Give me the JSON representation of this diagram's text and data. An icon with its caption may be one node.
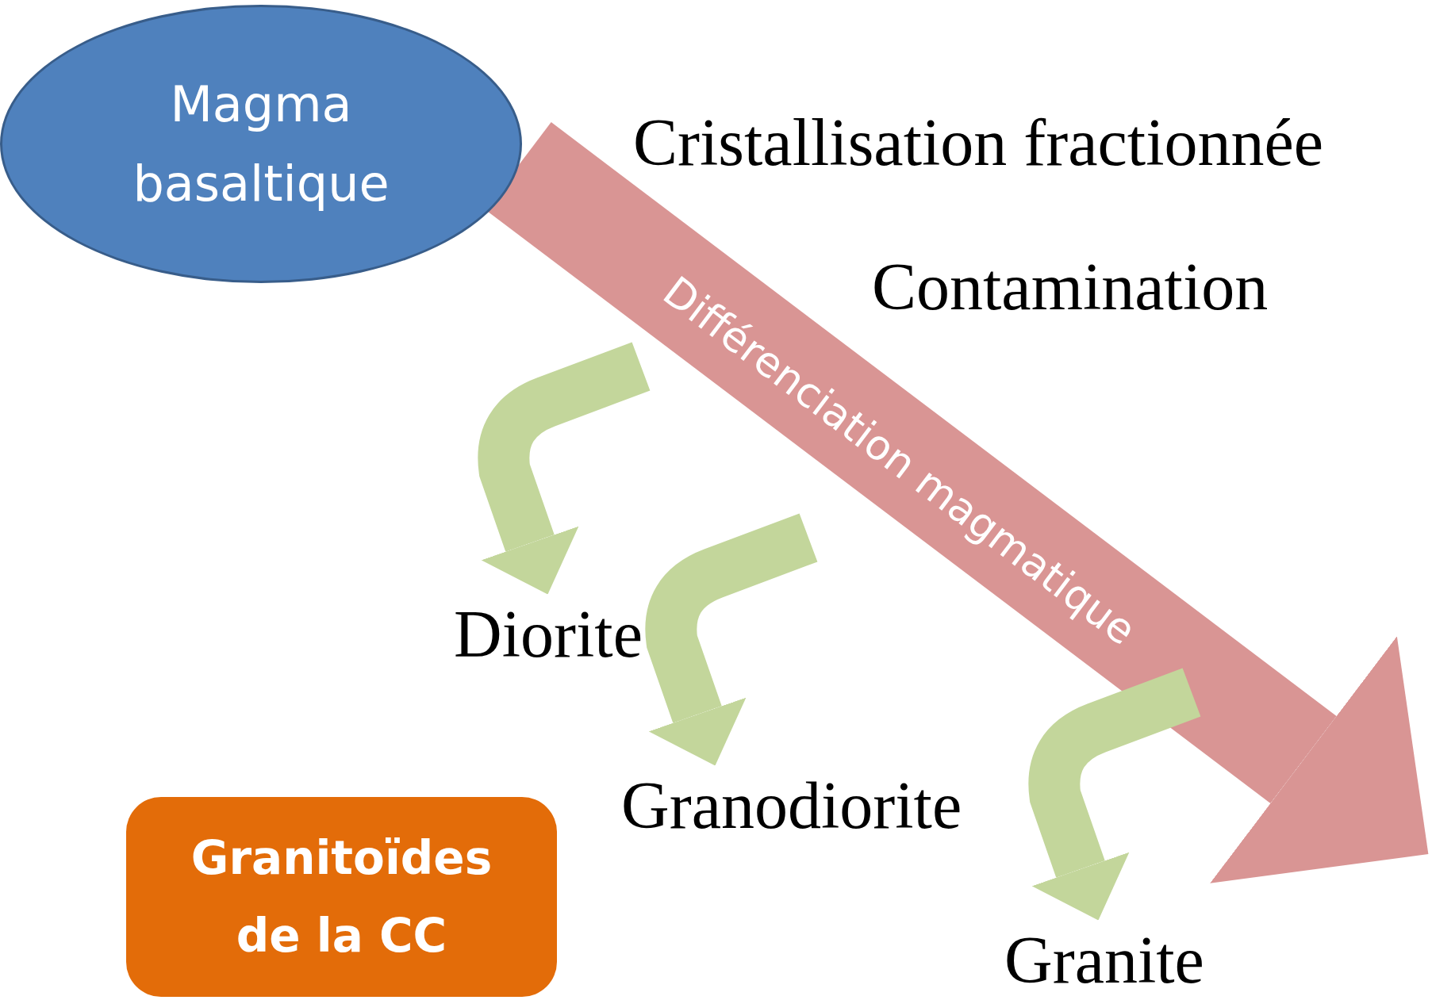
{
  "diagram": {
    "nodes": [
      {
        "text": [
          "Magma basaltique"
        ]
      },
      {
        "text": [
          "Diorite"
        ]
      },
      {
        "text": [
          "Granodiorite"
        ]
      },
      {
        "text": [
          "Granitoïdes de la CC"
        ]
      },
      {
        "text": [
          "Granite"
        ]
      }
    ],
    "edges": [
      {
        "from": 0,
        "to": 4,
        "arrow": "to",
        "label": "Différenciation magmatique",
        "style": "thick",
        "color": "#d99594"
      },
      {
        "from": null,
        "to": 1,
        "arrow": "to"
      },
      {
        "from": null,
        "to": 2,
        "arrow": "to"
      },
      {
        "from": null,
        "to": 4,
        "arrow": "to"
      }
    ],
    "labels": [
      "Cristallisation fractionnée",
      "Contamination"
    ]
  }
}
